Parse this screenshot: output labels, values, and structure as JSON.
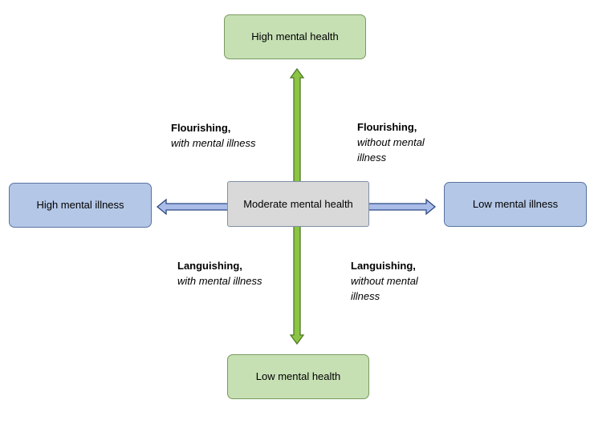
{
  "nodes": {
    "top": "High mental health",
    "bottom": "Low mental health",
    "left": "High mental illness",
    "right": "Low mental illness",
    "center": "Moderate mental health"
  },
  "quadrants": {
    "top_left": {
      "title": "Flourishing,",
      "subtitle": "with mental illness"
    },
    "top_right": {
      "title": "Flourishing,",
      "subtitle": "without mental illness"
    },
    "bottom_left": {
      "title": "Languishing,",
      "subtitle": "with mental illness"
    },
    "bottom_right": {
      "title": "Languishing,",
      "subtitle": "without mental illness"
    }
  },
  "colors": {
    "vertical_arrow_fill": "#8cc443",
    "vertical_arrow_stroke": "#4f7a28",
    "horizontal_arrow_fill": "#a9bde8",
    "horizontal_arrow_stroke": "#2f4a82",
    "health_box_fill": "#c6e0b4",
    "illness_box_fill": "#b4c7e7",
    "center_box_fill": "#d9d9d9"
  }
}
